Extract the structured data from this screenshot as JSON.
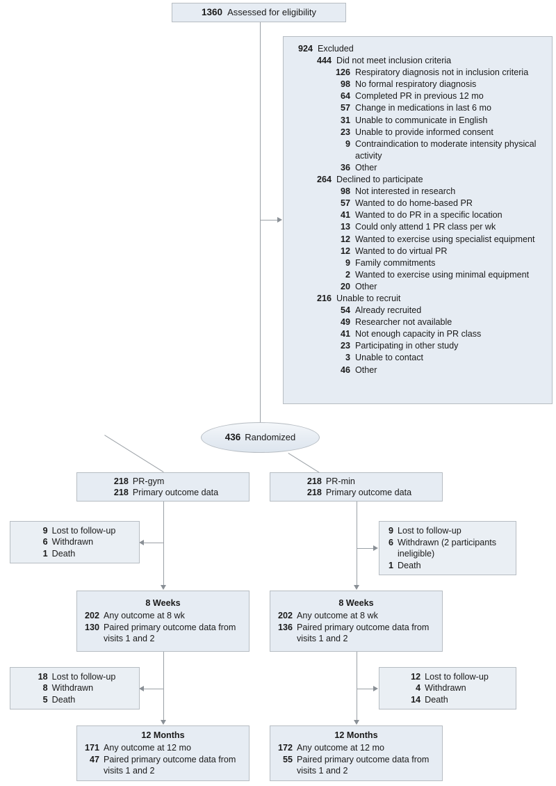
{
  "diagram": {
    "type": "consort-flow-diagram",
    "colors": {
      "box_fill": "#e6ecf3",
      "box_border": "#b6bcc2",
      "connector": "#9aa0a6",
      "text": "#1a1a1a"
    }
  },
  "assessed": {
    "num": "1360",
    "label": "Assessed for eligibility"
  },
  "excluded": {
    "rows": [
      {
        "level": 0,
        "num": "924",
        "label": "Excluded"
      },
      {
        "level": 1,
        "num": "444",
        "label": "Did not meet inclusion criteria"
      },
      {
        "level": 2,
        "num": "126",
        "label": "Respiratory diagnosis not in inclusion criteria"
      },
      {
        "level": 2,
        "num": "98",
        "label": "No formal respiratory diagnosis"
      },
      {
        "level": 2,
        "num": "64",
        "label": "Completed PR in previous 12 mo"
      },
      {
        "level": 2,
        "num": "57",
        "label": "Change in medications in last 6 mo"
      },
      {
        "level": 2,
        "num": "31",
        "label": "Unable to communicate in English"
      },
      {
        "level": 2,
        "num": "23",
        "label": "Unable to provide informed consent"
      },
      {
        "level": 2,
        "num": "9",
        "label": "Contraindication to moderate intensity physical activity"
      },
      {
        "level": 2,
        "num": "36",
        "label": "Other"
      },
      {
        "level": 1,
        "num": "264",
        "label": "Declined to participate"
      },
      {
        "level": 2,
        "num": "98",
        "label": "Not interested in research"
      },
      {
        "level": 2,
        "num": "57",
        "label": "Wanted to do home-based PR"
      },
      {
        "level": 2,
        "num": "41",
        "label": "Wanted to do PR in a specific location"
      },
      {
        "level": 2,
        "num": "13",
        "label": "Could only attend 1 PR class per wk"
      },
      {
        "level": 2,
        "num": "12",
        "label": "Wanted to exercise using specialist equipment"
      },
      {
        "level": 2,
        "num": "12",
        "label": "Wanted to do virtual PR"
      },
      {
        "level": 2,
        "num": "9",
        "label": "Family commitments"
      },
      {
        "level": 2,
        "num": "2",
        "label": "Wanted to exercise using minimal equipment"
      },
      {
        "level": 2,
        "num": "20",
        "label": "Other"
      },
      {
        "level": 1,
        "num": "216",
        "label": "Unable to recruit"
      },
      {
        "level": 2,
        "num": "54",
        "label": "Already recruited"
      },
      {
        "level": 2,
        "num": "49",
        "label": "Researcher not available"
      },
      {
        "level": 2,
        "num": "41",
        "label": "Not enough capacity in PR class"
      },
      {
        "level": 2,
        "num": "23",
        "label": "Participating in other study"
      },
      {
        "level": 2,
        "num": "3",
        "label": "Unable to contact"
      },
      {
        "level": 2,
        "num": "46",
        "label": "Other"
      }
    ]
  },
  "randomized": {
    "num": "436",
    "label": "Randomized"
  },
  "arms": {
    "left": {
      "rows": [
        {
          "num": "218",
          "label": "PR-gym"
        },
        {
          "num": "218",
          "label": "Primary outcome data"
        }
      ]
    },
    "right": {
      "rows": [
        {
          "num": "218",
          "label": "PR-min"
        },
        {
          "num": "218",
          "label": "Primary outcome data"
        }
      ]
    }
  },
  "attrition_1": {
    "left": {
      "rows": [
        {
          "num": "9",
          "label": "Lost to follow-up"
        },
        {
          "num": "6",
          "label": "Withdrawn"
        },
        {
          "num": "1",
          "label": "Death"
        }
      ]
    },
    "right": {
      "rows": [
        {
          "num": "9",
          "label": "Lost to follow-up"
        },
        {
          "num": "6",
          "label": "Withdrawn (2 participants ineligible)"
        },
        {
          "num": "1",
          "label": "Death"
        }
      ]
    }
  },
  "week8": {
    "left": {
      "header": "8 Weeks",
      "rows": [
        {
          "num": "202",
          "label": "Any outcome at 8 wk"
        },
        {
          "num": "130",
          "label": "Paired primary outcome data from visits 1 and 2"
        }
      ]
    },
    "right": {
      "header": "8 Weeks",
      "rows": [
        {
          "num": "202",
          "label": "Any outcome at 8 wk"
        },
        {
          "num": "136",
          "label": "Paired primary outcome data from visits 1 and 2"
        }
      ]
    }
  },
  "attrition_2": {
    "left": {
      "rows": [
        {
          "num": "18",
          "label": "Lost to follow-up"
        },
        {
          "num": "8",
          "label": "Withdrawn"
        },
        {
          "num": "5",
          "label": "Death"
        }
      ]
    },
    "right": {
      "rows": [
        {
          "num": "12",
          "label": "Lost to follow-up"
        },
        {
          "num": "4",
          "label": "Withdrawn"
        },
        {
          "num": "14",
          "label": "Death"
        }
      ]
    }
  },
  "month12": {
    "left": {
      "header": "12 Months",
      "rows": [
        {
          "num": "171",
          "label": "Any outcome at 12 mo"
        },
        {
          "num": "47",
          "label": "Paired primary outcome data from visits 1 and 2"
        }
      ]
    },
    "right": {
      "header": "12 Months",
      "rows": [
        {
          "num": "172",
          "label": "Any outcome at 12 mo"
        },
        {
          "num": "55",
          "label": "Paired primary outcome data from visits 1 and 2"
        }
      ]
    }
  }
}
